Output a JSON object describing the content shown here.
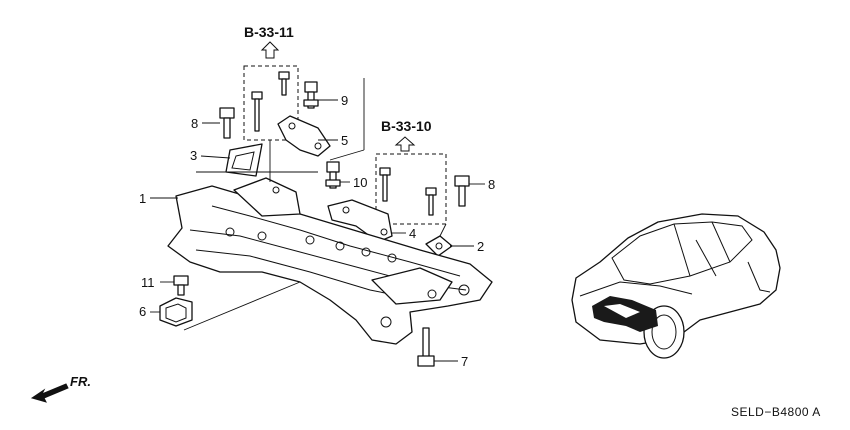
{
  "references": {
    "upper": "B-33-11",
    "right": "B-33-10"
  },
  "callouts": [
    "1",
    "2",
    "3",
    "4",
    "5",
    "6",
    "7",
    "8",
    "8",
    "9",
    "10",
    "11"
  ],
  "direction_label": "FR.",
  "diagram_code": "SELD−B4800 A",
  "icons": [
    "arrow-up-icon",
    "front-arrow-icon"
  ]
}
